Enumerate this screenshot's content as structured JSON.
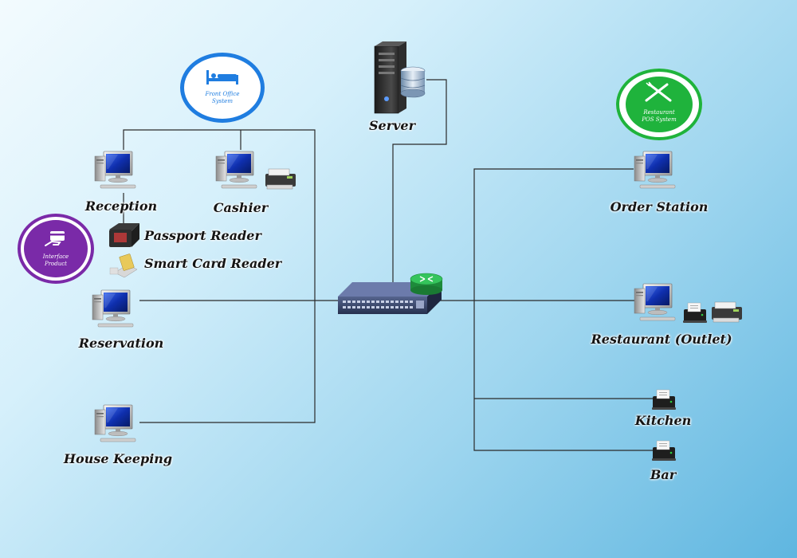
{
  "colors": {
    "front_office": "#1f7de0",
    "restaurant": "#1fb33c",
    "interface": "#7a2aa8",
    "line": "#2a2a2a",
    "switch": "#34426a",
    "router": "#27a84a"
  },
  "badges": {
    "front_office": {
      "icon": "bed-icon",
      "line1": "Front Office",
      "line2": "System"
    },
    "restaurant": {
      "icon": "fork-knife-icon",
      "line1": "Restaurant",
      "line2": "POS System"
    },
    "interface": {
      "icon": "card-hand-icon",
      "line1": "Interface",
      "line2": "Product"
    }
  },
  "nodes": {
    "server": {
      "label": "Server",
      "icon": "server-icon"
    },
    "reception": {
      "label": "Reception",
      "icon": "workstation-icon"
    },
    "cashier": {
      "label": "Cashier",
      "icon": "workstation-printer-icon"
    },
    "passport_reader": {
      "label": "Passport Reader",
      "icon": "passport-reader-icon"
    },
    "smart_card_reader": {
      "label": "Smart Card Reader",
      "icon": "smart-card-reader-icon"
    },
    "reservation": {
      "label": "Reservation",
      "icon": "workstation-icon"
    },
    "house_keeping": {
      "label": "House Keeping",
      "icon": "workstation-icon"
    },
    "order_station": {
      "label": "Order Station",
      "icon": "workstation-icon"
    },
    "restaurant_outlet": {
      "label": "Restaurant (Outlet)",
      "icon": "workstation-printers-icon"
    },
    "kitchen": {
      "label": "Kitchen",
      "icon": "receipt-printer-icon"
    },
    "bar": {
      "label": "Bar",
      "icon": "receipt-printer-icon"
    },
    "switch": {
      "icon": "network-switch-icon"
    },
    "router": {
      "icon": "router-icon"
    }
  }
}
